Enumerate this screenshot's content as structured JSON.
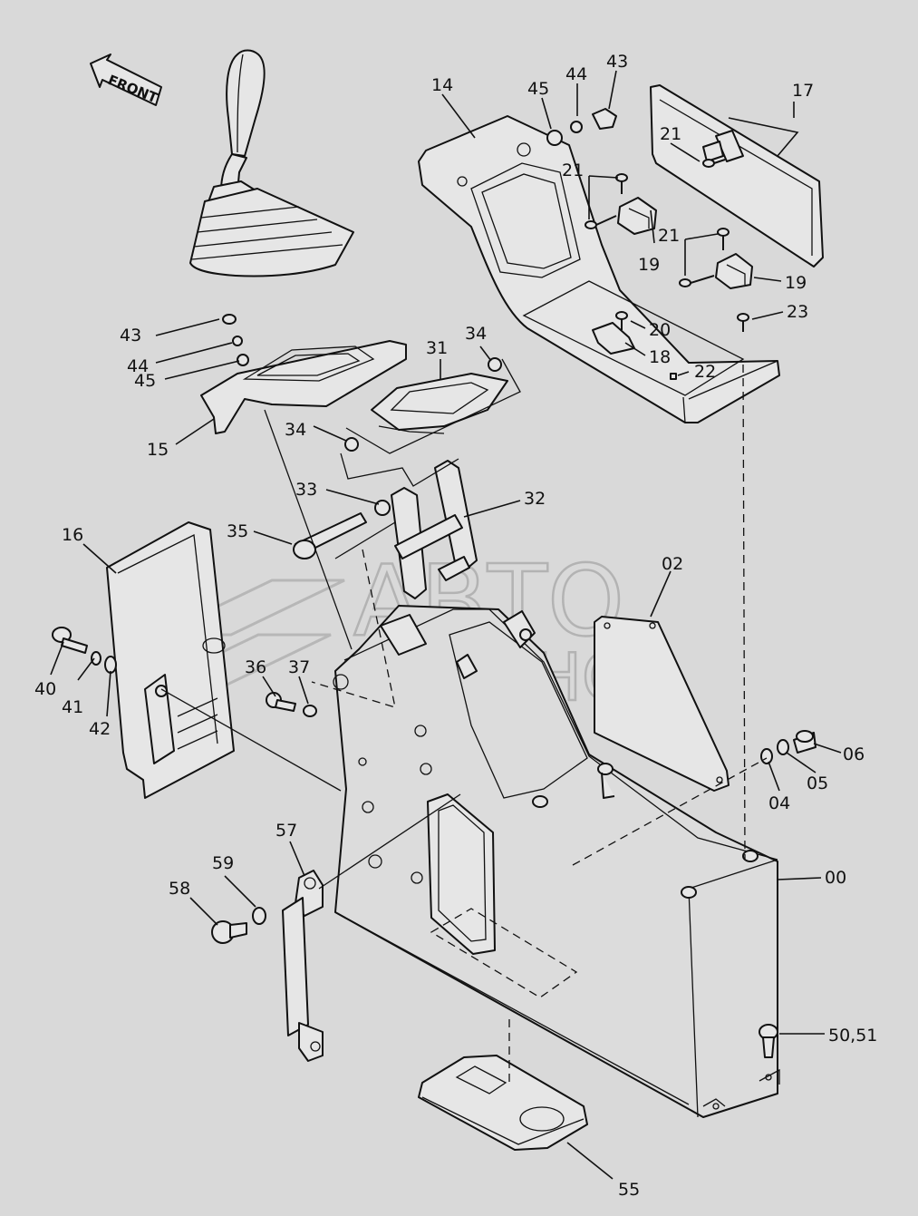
{
  "diagram": {
    "direction_label": "FRONT",
    "watermark": {
      "line1": "АВТО",
      "line2": "АЛЬЯНС"
    },
    "callouts": [
      {
        "id": "c43a",
        "label": "43"
      },
      {
        "id": "c44a",
        "label": "44"
      },
      {
        "id": "c45a",
        "label": "45"
      },
      {
        "id": "c14",
        "label": "14"
      },
      {
        "id": "c17",
        "label": "17"
      },
      {
        "id": "c21a",
        "label": "21"
      },
      {
        "id": "c21b",
        "label": "21"
      },
      {
        "id": "c21c",
        "label": "21"
      },
      {
        "id": "c19a",
        "label": "19"
      },
      {
        "id": "c19b",
        "label": "19"
      },
      {
        "id": "c20",
        "label": "20"
      },
      {
        "id": "c23",
        "label": "23"
      },
      {
        "id": "c18",
        "label": "18"
      },
      {
        "id": "c22",
        "label": "22"
      },
      {
        "id": "c43b",
        "label": "43"
      },
      {
        "id": "c44b",
        "label": "44"
      },
      {
        "id": "c45b",
        "label": "45"
      },
      {
        "id": "c15",
        "label": "15"
      },
      {
        "id": "c31",
        "label": "31"
      },
      {
        "id": "c34a",
        "label": "34"
      },
      {
        "id": "c34b",
        "label": "34"
      },
      {
        "id": "c33",
        "label": "33"
      },
      {
        "id": "c32",
        "label": "32"
      },
      {
        "id": "c35",
        "label": "35"
      },
      {
        "id": "c16",
        "label": "16"
      },
      {
        "id": "c02",
        "label": "02"
      },
      {
        "id": "c40",
        "label": "40"
      },
      {
        "id": "c41",
        "label": "41"
      },
      {
        "id": "c42",
        "label": "42"
      },
      {
        "id": "c36",
        "label": "36"
      },
      {
        "id": "c37",
        "label": "37"
      },
      {
        "id": "c06",
        "label": "06"
      },
      {
        "id": "c05",
        "label": "05"
      },
      {
        "id": "c04",
        "label": "04"
      },
      {
        "id": "c00",
        "label": "00"
      },
      {
        "id": "c57",
        "label": "57"
      },
      {
        "id": "c59",
        "label": "59"
      },
      {
        "id": "c58",
        "label": "58"
      },
      {
        "id": "c5051",
        "label": "50,51"
      },
      {
        "id": "c55",
        "label": "55"
      }
    ]
  }
}
